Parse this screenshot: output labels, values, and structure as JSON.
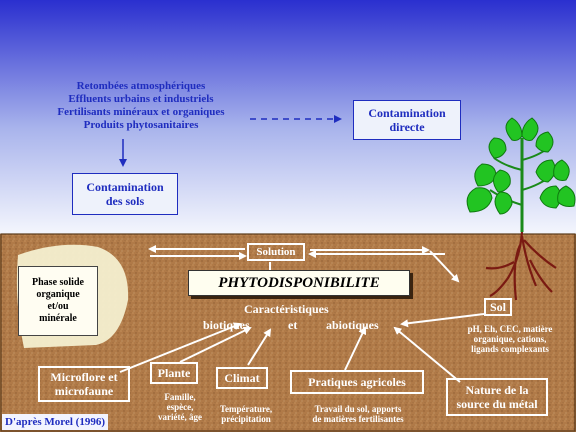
{
  "sources": [
    "Retombées atmosphériques",
    "Effluents urbains et industriels",
    "Fertilisants minéraux et organiques",
    "Produits phytosanitaires"
  ],
  "contamination_directe": [
    "Contamination",
    "directe"
  ],
  "contamination_sols": [
    "Contamination",
    "des sols"
  ],
  "solution": "Solution",
  "phase_solide": [
    "Phase solide",
    "organique",
    "et/ou",
    "minérale"
  ],
  "phytodisponibilite": "PHYTODISPONIBILITE",
  "caracteristiques": "Caractéristiques",
  "biotiques": "biotiques",
  "et": "et",
  "abiotiques": "abiotiques",
  "sol": {
    "title": "Sol",
    "details": [
      "pH, Eh, CEC, matière",
      "organique, cations,",
      "ligands complexants"
    ]
  },
  "microflore": [
    "Microflore et",
    "microfaune"
  ],
  "plante": {
    "title": "Plante",
    "details": [
      "Famille,",
      "espèce,",
      "variété, âge"
    ]
  },
  "climat": {
    "title": "Climat",
    "details": [
      "Température,",
      "précipitation"
    ]
  },
  "pratiques": {
    "title": "Pratiques agricoles",
    "details": [
      "Travail du sol, apports",
      "de matières fertilisantes"
    ]
  },
  "nature": [
    "Nature de la",
    "source du métal"
  ],
  "credit": "D'après Morel (1996)",
  "colors": {
    "sky_top": "#2a2fcf",
    "sky_bottom": "#ffffff",
    "soil": "#b07a48",
    "text_blue": "#1f2dbf",
    "leaf": "#22c422",
    "root": "#7a1a12",
    "white": "#ffffff"
  }
}
